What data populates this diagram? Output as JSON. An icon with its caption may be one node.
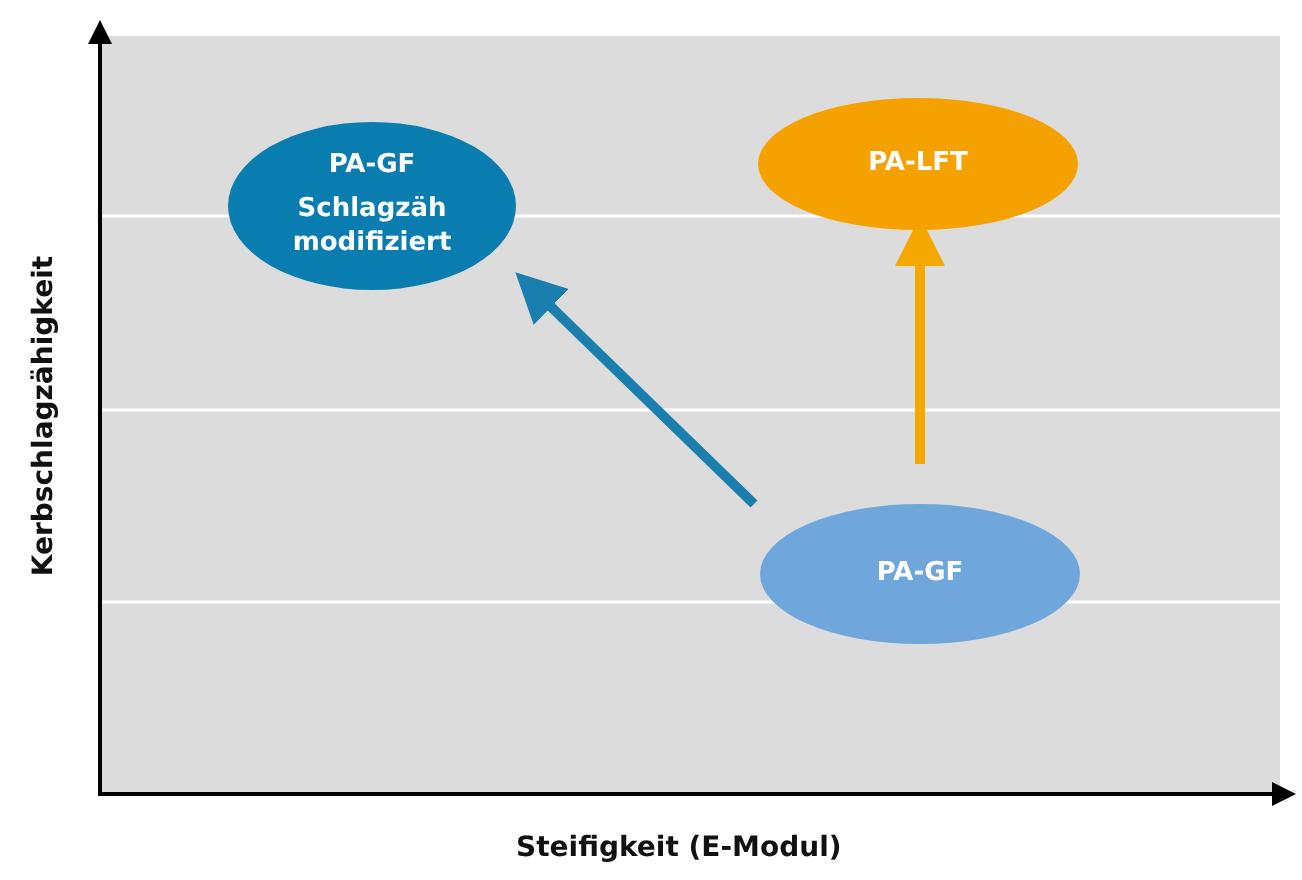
{
  "diagram": {
    "nodes": [
      {
        "text": [
          "PA-GF",
          "Schlagzäh modifiziert"
        ]
      },
      {
        "text": [
          "PA-LFT"
        ]
      },
      {
        "text": [
          "PA-GF"
        ]
      }
    ],
    "edges": [
      {
        "from": 2,
        "to": 0,
        "arrow": "to",
        "color": "#1a7fae"
      },
      {
        "from": 2,
        "to": 1,
        "arrow": "to",
        "color": "#f5a800"
      }
    ],
    "labels": [
      "Kerbschlagzähigkeit",
      "Steifigkeit (E-Modul)"
    ]
  }
}
